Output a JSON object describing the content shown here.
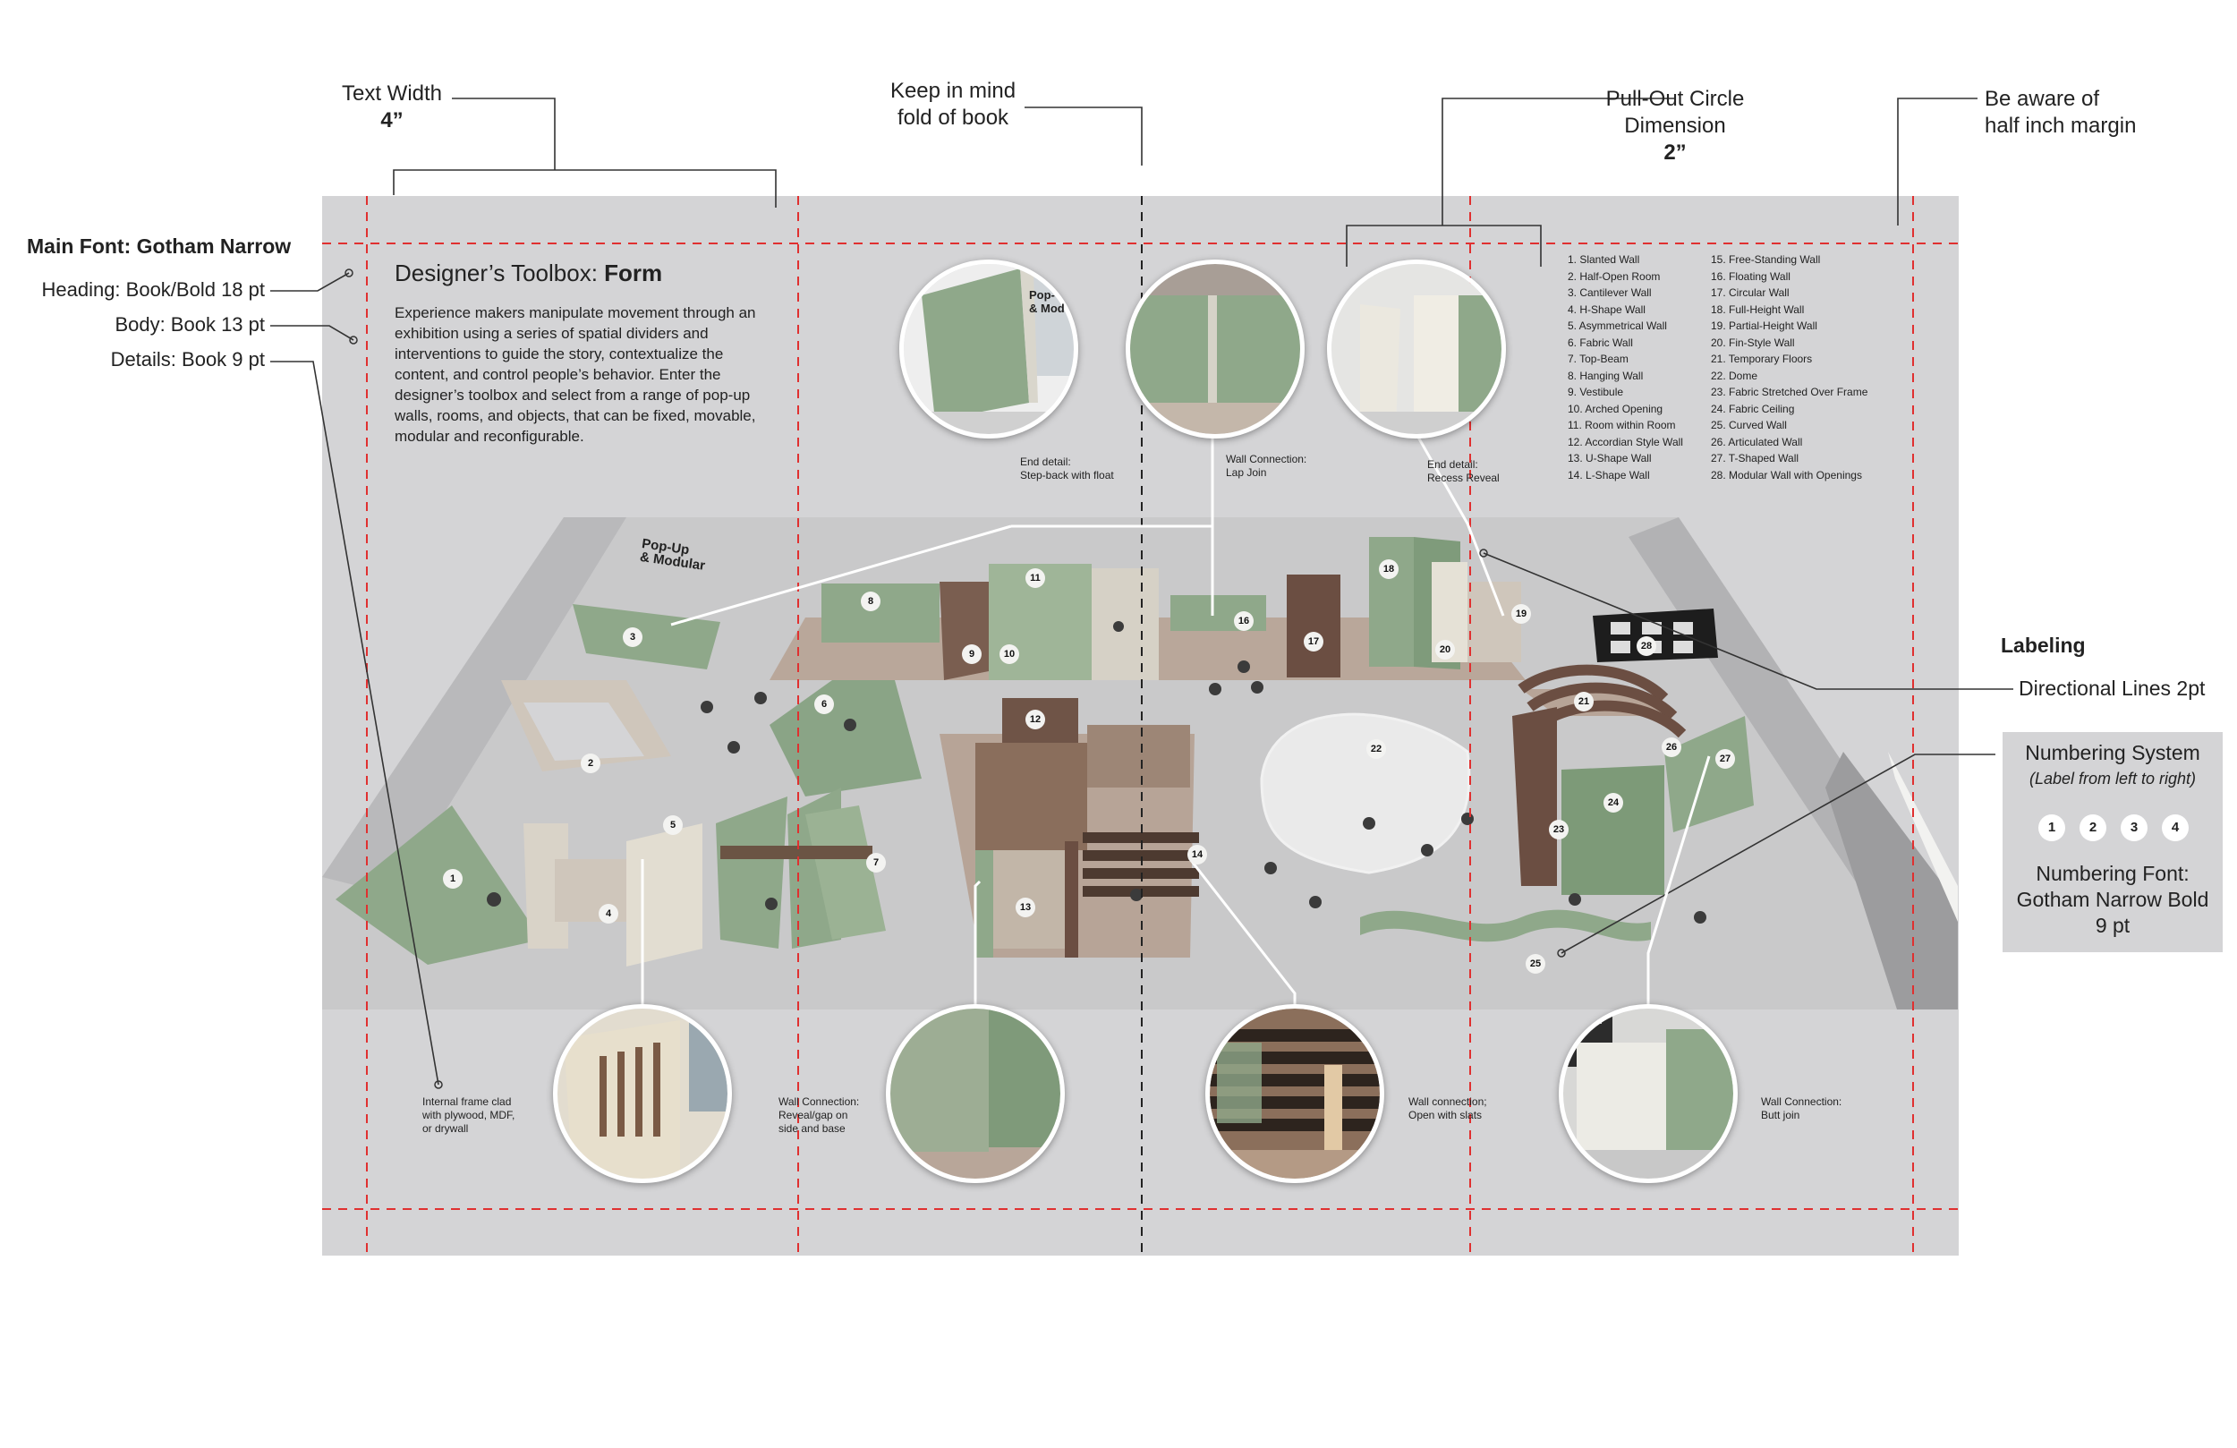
{
  "annotations": {
    "text_width": {
      "label": "Text Width",
      "value": "4”"
    },
    "fold": {
      "line1": "Keep in mind",
      "line2": "fold of book"
    },
    "pull_out": {
      "line1": "Pull-Out Circle",
      "line2": "Dimension",
      "value": "2”"
    },
    "margin": {
      "line1": "Be aware of",
      "line2": "half inch margin"
    }
  },
  "font_specs": {
    "main_font": "Main Font: Gotham Narrow",
    "heading": "Heading: Book/Bold 18 pt",
    "body": "Body: Book 13 pt",
    "details": "Details: Book 9 pt"
  },
  "labeling": {
    "title": "Labeling",
    "directional": "Directional Lines 2pt",
    "numbering_title": "Numbering System",
    "numbering_sub": "(Label from left to right)",
    "sample_numbers": [
      "1",
      "2",
      "3",
      "4"
    ],
    "font_line1": "Numbering Font:",
    "font_line2": "Gotham Narrow Bold",
    "font_line3": "9 pt"
  },
  "page": {
    "heading_prefix": "Designer’s Toolbox: ",
    "heading_bold": "Form",
    "body": "Experience makers manipulate movement through an exhibition using a series of spatial dividers and interventions to guide the story, contextualize the content, and control people’s behavior. Enter the designer’s toolbox and select from a range of pop-up walls, rooms, and objects, that can be fixed, movable, modular and reconfigurable.",
    "pop_up_label_1": "Pop-Up",
    "pop_up_label_2": "& Modular",
    "circle_inset_1": "Pop-",
    "circle_inset_2": "& Mod"
  },
  "wall_list_col1": [
    "1. Slanted Wall",
    "2. Half-Open Room",
    "3. Cantilever Wall",
    "4. H-Shape Wall",
    "5. Asymmetrical Wall",
    "6. Fabric Wall",
    "7. Top-Beam",
    "8. Hanging Wall",
    "9. Vestibule",
    "10. Arched Opening",
    "11. Room within Room",
    "12. Accordian Style Wall",
    "13. U-Shape Wall",
    "14. L-Shape Wall"
  ],
  "wall_list_col2": [
    "15. Free-Standing Wall",
    "16. Floating Wall",
    "17. Circular Wall",
    "18. Full-Height Wall",
    "19. Partial-Height Wall",
    "20. Fin-Style Wall",
    "21. Temporary Floors",
    "22. Dome",
    "23. Fabric Stretched Over Frame",
    "24. Fabric Ceiling",
    "25. Curved Wall",
    "26. Articulated Wall",
    "27. T-Shaped Wall",
    "28. Modular Wall with Openings"
  ],
  "details": {
    "d1": {
      "line1": "End detail:",
      "line2": "Step-back with float"
    },
    "d2": {
      "line1": "Wall Connection:",
      "line2": "Lap Join"
    },
    "d3": {
      "line1": "End detail:",
      "line2": "Recess Reveal"
    },
    "d4": {
      "line1": "Internal frame clad",
      "line2": "with plywood, MDF,",
      "line3": "or drywall"
    },
    "d5": {
      "line1": "Wall Connection:",
      "line2": "Reveal/gap on",
      "line3": "side and base"
    },
    "d6": {
      "line1": "Wall connection;",
      "line2": "Open with slats"
    },
    "d7": {
      "line1": "Wall Connection:",
      "line2": "Butt join"
    }
  },
  "plan_numbers": [
    "1",
    "2",
    "3",
    "4",
    "5",
    "6",
    "7",
    "8",
    "9",
    "10",
    "11",
    "12",
    "13",
    "14",
    "16",
    "17",
    "18",
    "19",
    "20",
    "21",
    "22",
    "23",
    "24",
    "25",
    "26",
    "27",
    "28"
  ],
  "colors": {
    "sheet": "#d4d4d6",
    "guide_red": "#e03030",
    "wall_green": "#8fa88a",
    "floor": "#b8a598",
    "room_gray": "#c6c6c6"
  }
}
